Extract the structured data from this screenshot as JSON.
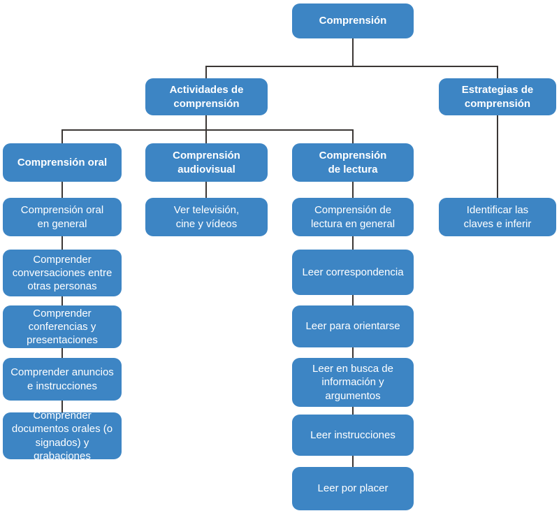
{
  "diagram_title": "Comprensión",
  "colors": {
    "node_fill": "#3d85c4",
    "node_text": "#ffffff",
    "connector": "#3b3735",
    "background": "#ffffff"
  },
  "nodes": {
    "root": "Comprensión",
    "actividades": "Actividades de\ncomprensión",
    "estrategias": "Estrategias de\ncomprensión",
    "oral_header": "Comprensión oral",
    "audiovisual_header": "Comprensión\naudiovisual",
    "lectura_header": "Comprensión\nde lectura",
    "oral_items": [
      "Comprensión oral\nen general",
      "Comprender\nconversaciones entre\notras personas",
      "Comprender\nconferencias y\npresentaciones",
      "Comprender anuncios\ne instrucciones",
      "Comprender\ndocumentos orales (o\nsignados) y grabaciones"
    ],
    "audiovisual_items": [
      "Ver televisión,\ncine y vídeos"
    ],
    "lectura_items": [
      "Comprensión de\nlectura en general",
      "Leer correspondencia",
      "Leer para orientarse",
      "Leer en busca de\ninformación y\nargumentos",
      "Leer instrucciones",
      "Leer por placer"
    ],
    "estrategias_items": [
      "Identificar las\nclaves e inferir"
    ]
  }
}
